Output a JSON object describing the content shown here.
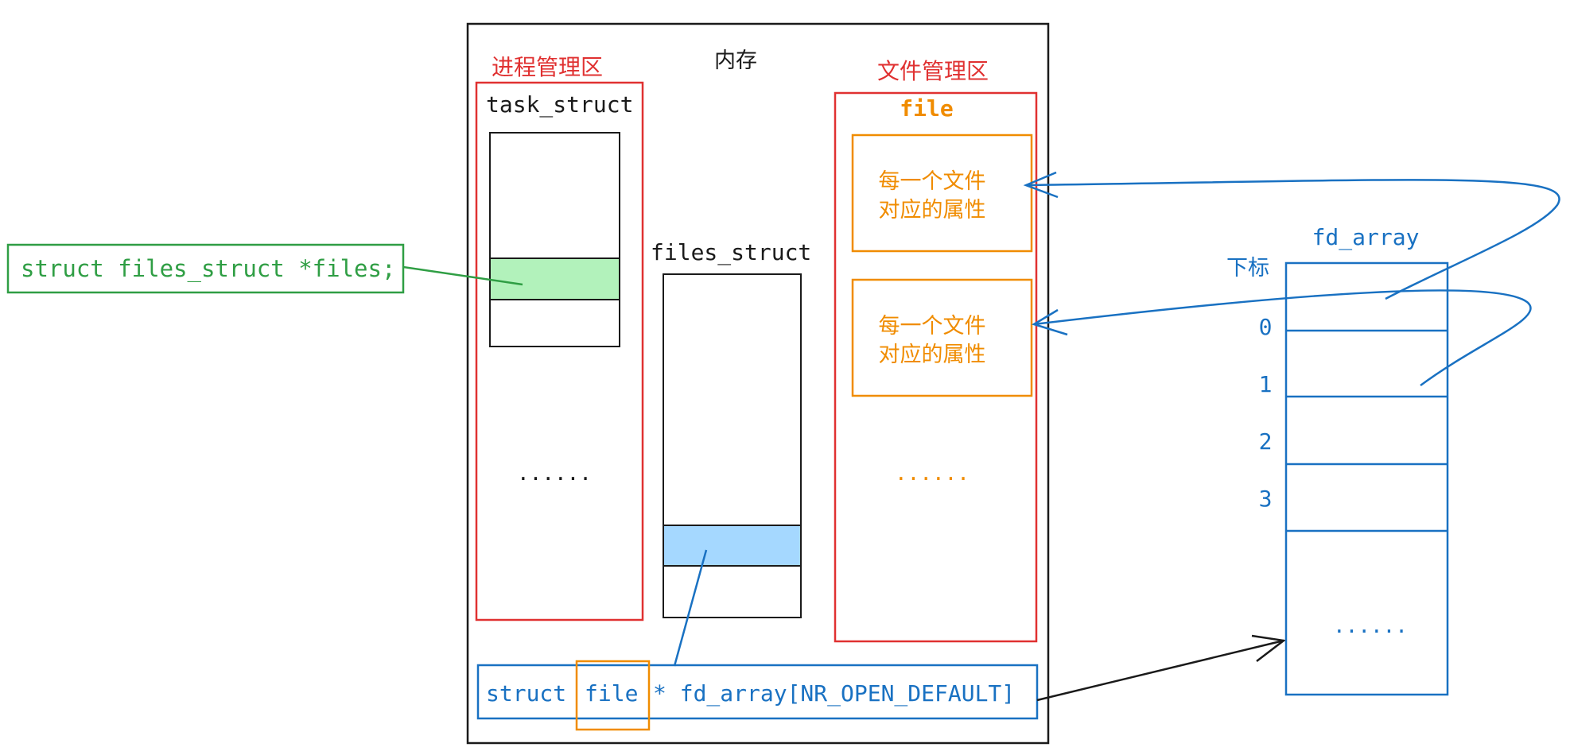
{
  "colors": {
    "black": "#1a1a1a",
    "red": "#e03131",
    "orange": "#f08c00",
    "green": "#2f9e44",
    "green_fill": "#b2f2bb",
    "blue": "#1971c2",
    "blue_fill": "#a5d8ff"
  },
  "memory": {
    "label": "内存"
  },
  "process_area": {
    "label": "进程管理区",
    "task_struct_label": "task_struct",
    "ellipsis": "......"
  },
  "files_struct": {
    "label": "files_struct"
  },
  "pointer_callout": {
    "text": "struct files_struct *files;"
  },
  "file_area": {
    "label": "文件管理区",
    "file_label": "file",
    "attr_box_1": {
      "line1": "每一个文件",
      "line2": "对应的属性"
    },
    "attr_box_2": {
      "line1": "每一个文件",
      "line2": "对应的属性"
    },
    "ellipsis": "......"
  },
  "fd_decl": {
    "prefix": "struct",
    "file_word": "file",
    "suffix": "* fd_array[NR_OPEN_DEFAULT]"
  },
  "fd_array": {
    "title": "fd_array",
    "index_label": "下标",
    "indices": [
      "0",
      "1",
      "2",
      "3"
    ],
    "ellipsis": "......"
  }
}
